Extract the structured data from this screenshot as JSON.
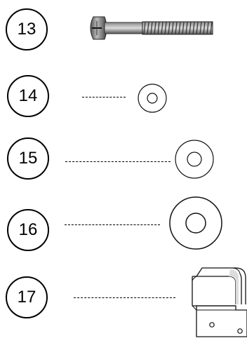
{
  "parts": [
    {
      "number": "13",
      "name": "bolt-icon"
    },
    {
      "number": "14",
      "name": "small-washer-icon"
    },
    {
      "number": "15",
      "name": "medium-washer-icon"
    },
    {
      "number": "16",
      "name": "large-washer-icon"
    },
    {
      "number": "17",
      "name": "bracket-clip-icon"
    }
  ]
}
